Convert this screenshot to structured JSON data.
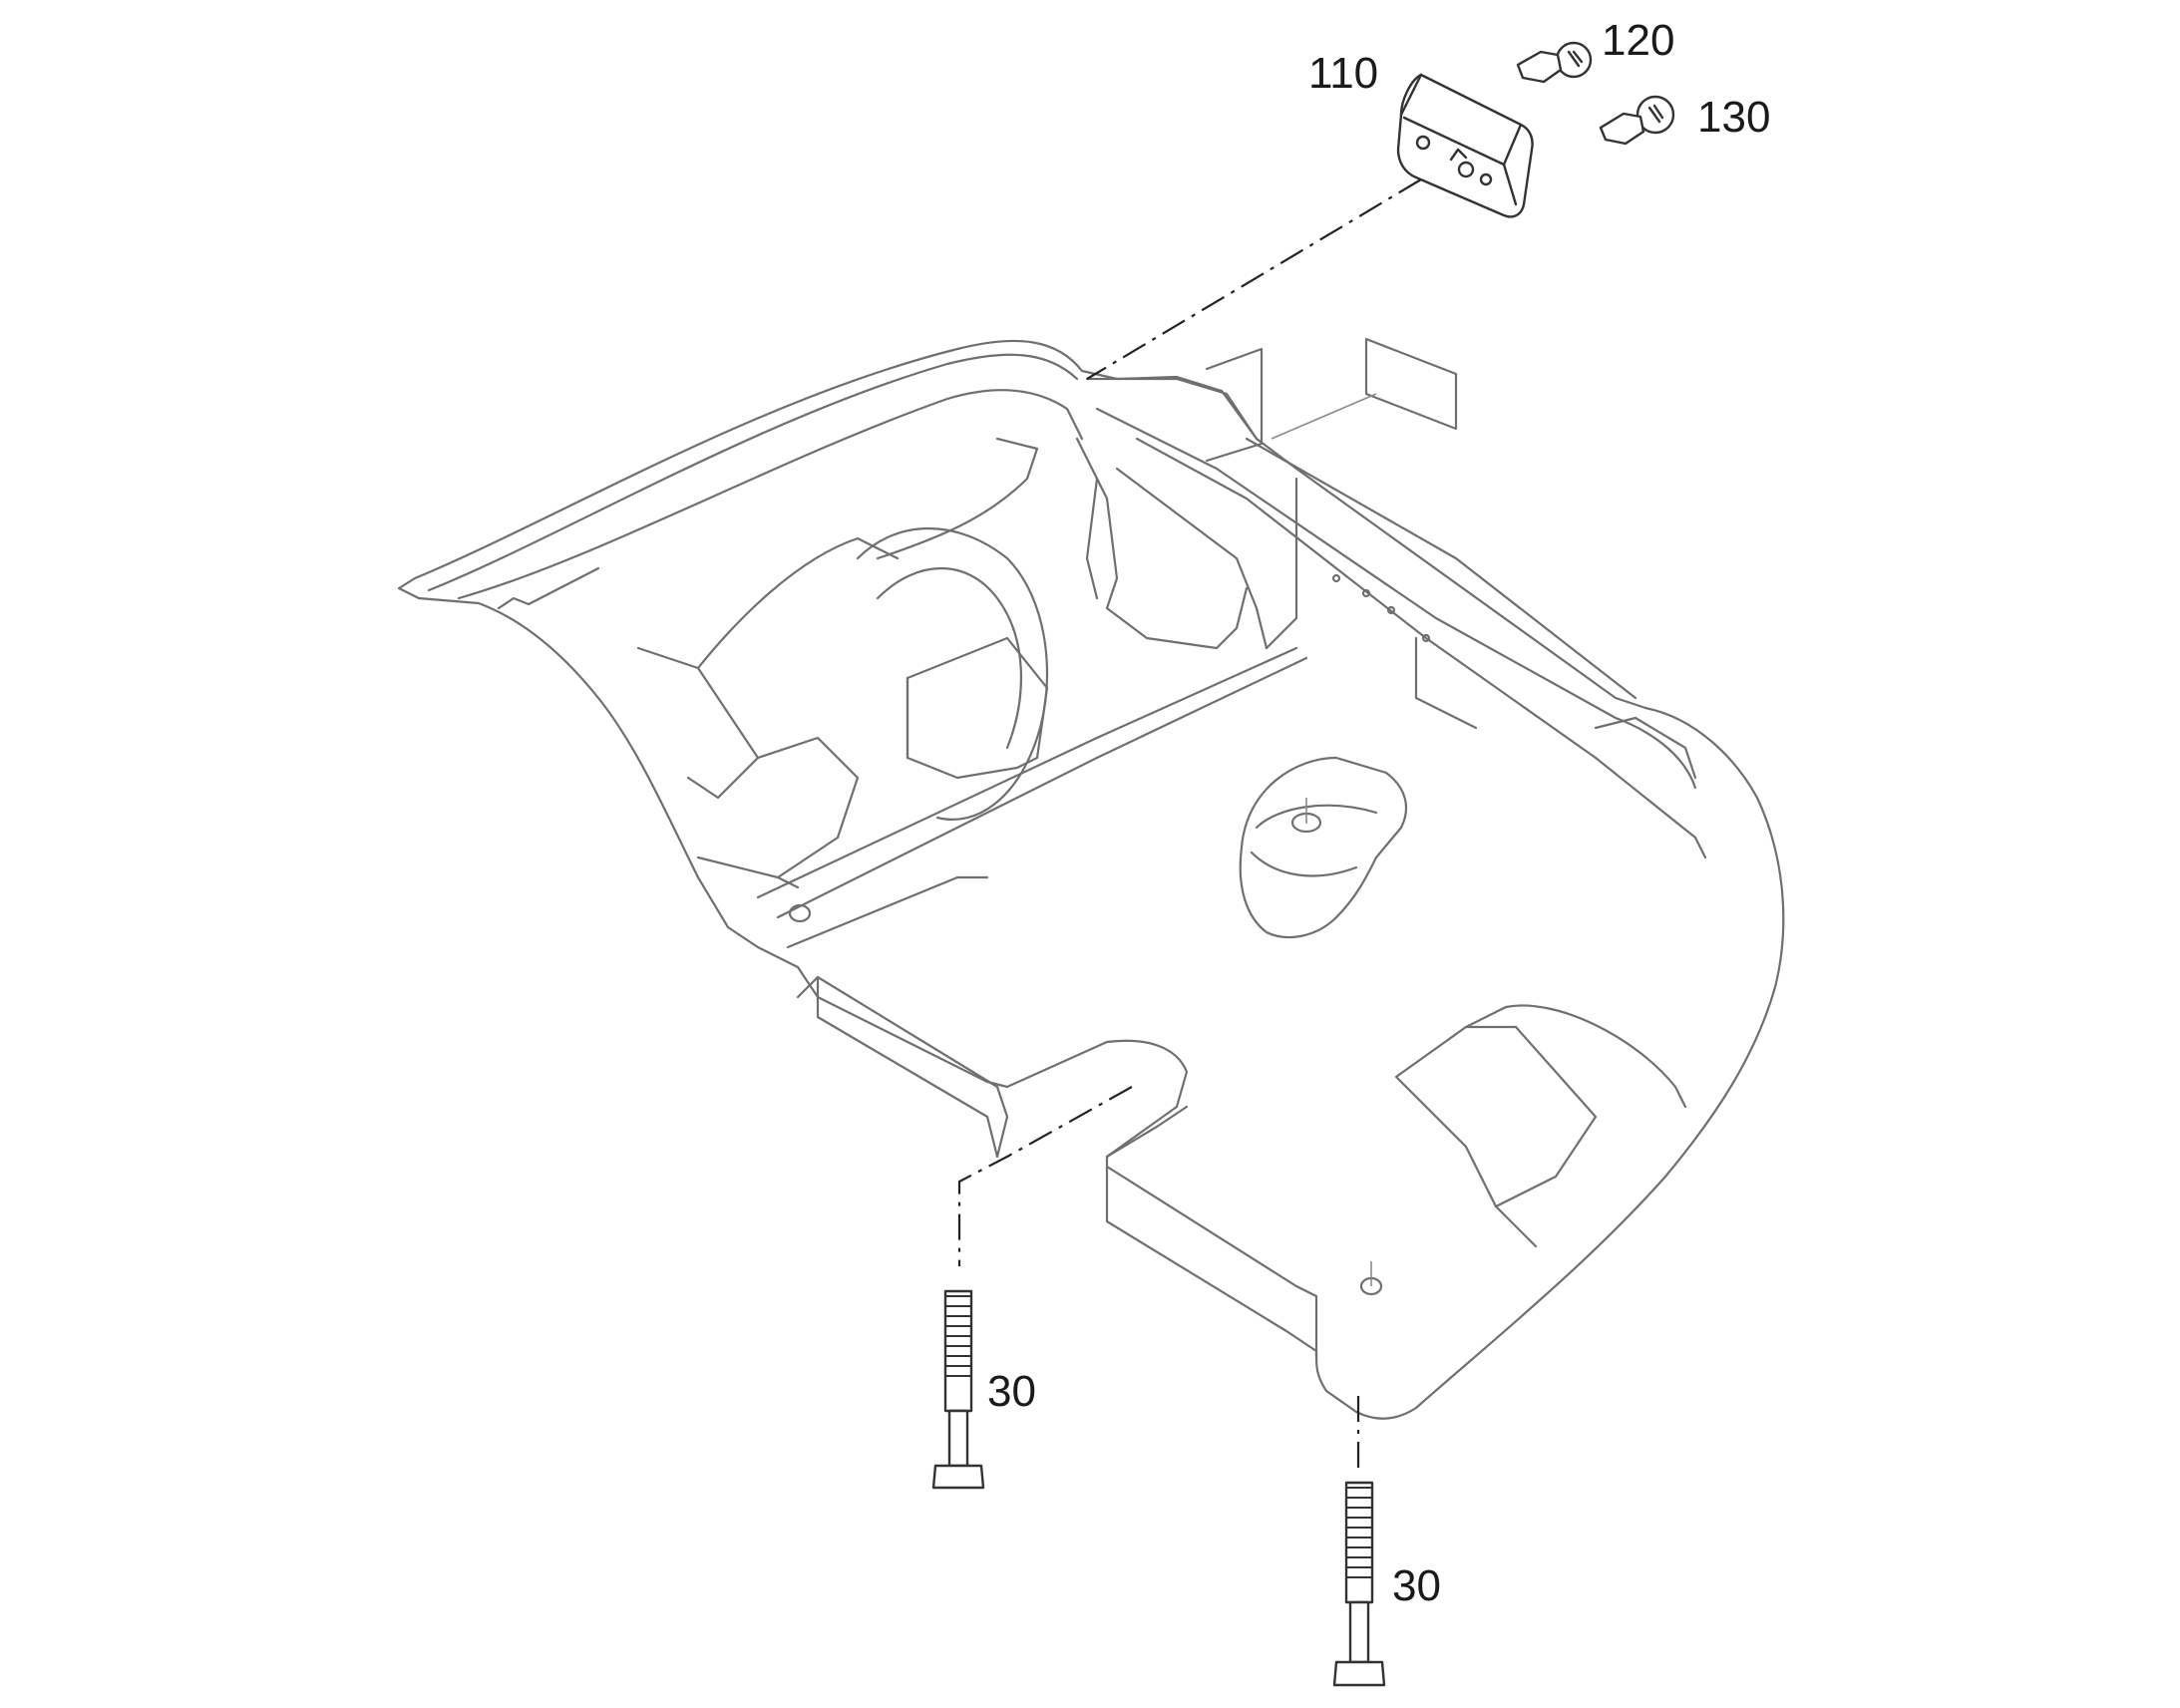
{
  "callouts": {
    "lamp_housing": "110",
    "bulb_a": "120",
    "bulb_b": "130",
    "bolt_left": "30",
    "bolt_right": "30"
  }
}
